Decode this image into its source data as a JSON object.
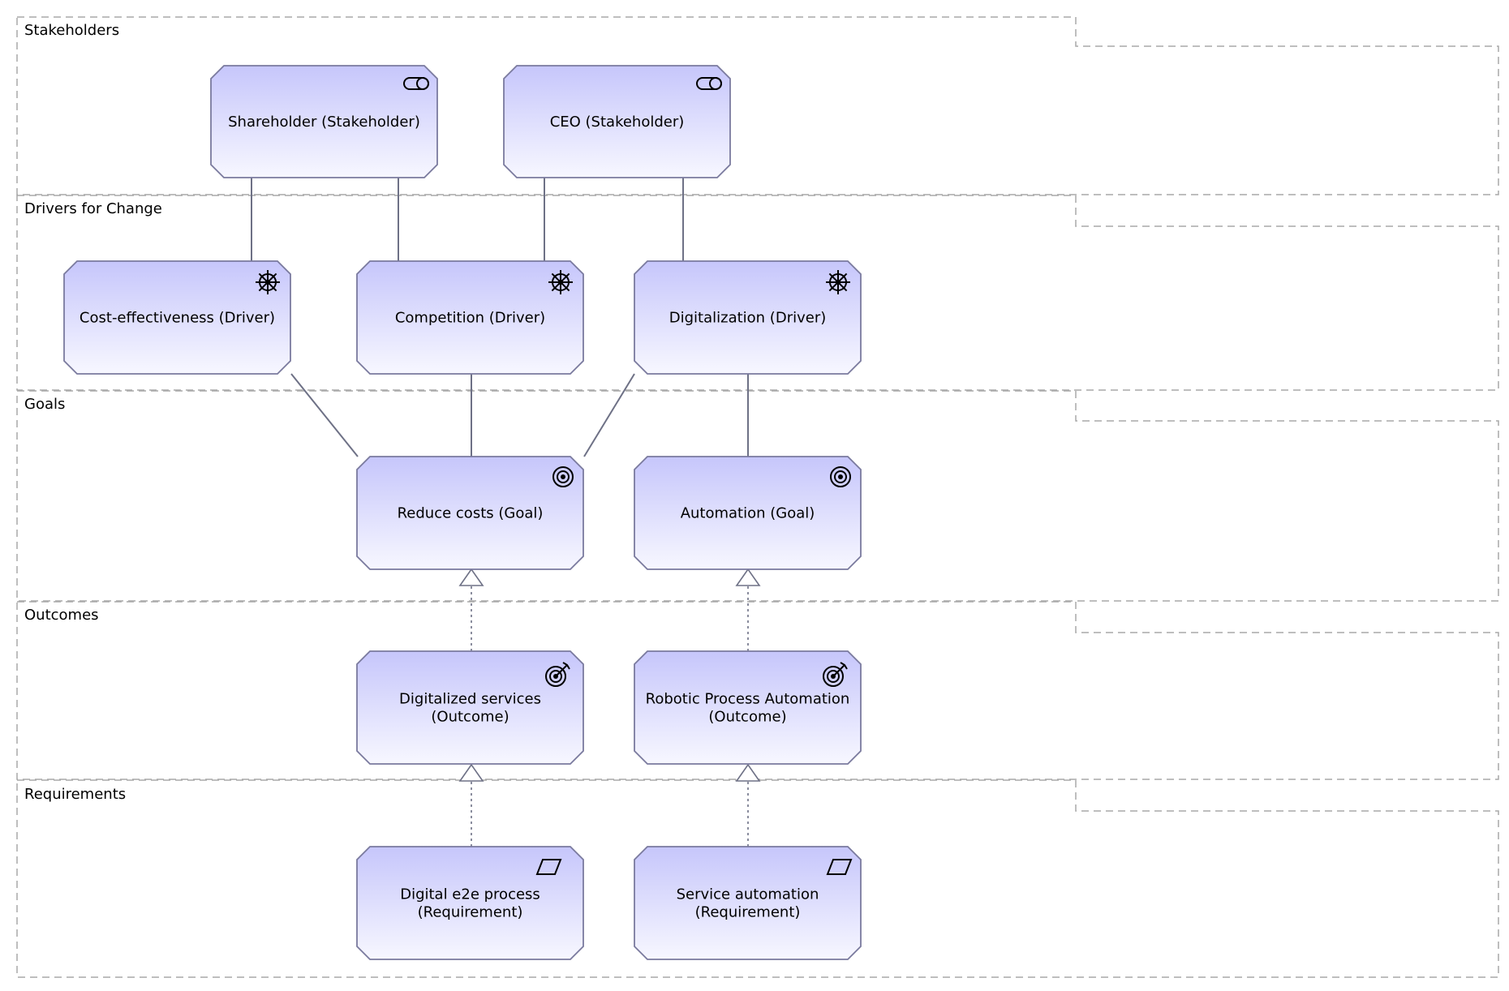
{
  "groups": {
    "stakeholders": {
      "label": "Stakeholders"
    },
    "drivers": {
      "label": "Drivers for Change"
    },
    "goals": {
      "label": "Goals"
    },
    "outcomes": {
      "label": "Outcomes"
    },
    "requirements": {
      "label": "Requirements"
    }
  },
  "nodes": {
    "shareholder": {
      "lines": [
        "Shareholder (Stakeholder)"
      ],
      "icon": "stakeholder-icon"
    },
    "ceo": {
      "lines": [
        "CEO (Stakeholder)"
      ],
      "icon": "stakeholder-icon"
    },
    "cost_effectiveness": {
      "lines": [
        "Cost-effectiveness (Driver)"
      ],
      "icon": "driver-icon"
    },
    "competition": {
      "lines": [
        "Competition (Driver)"
      ],
      "icon": "driver-icon"
    },
    "digitalization": {
      "lines": [
        "Digitalization (Driver)"
      ],
      "icon": "driver-icon"
    },
    "reduce_costs": {
      "lines": [
        "Reduce costs (Goal)"
      ],
      "icon": "goal-icon"
    },
    "automation": {
      "lines": [
        "Automation (Goal)"
      ],
      "icon": "goal-icon"
    },
    "digitalized_services": {
      "lines": [
        "Digitalized services",
        "(Outcome)"
      ],
      "icon": "outcome-icon"
    },
    "rpa": {
      "lines": [
        "Robotic Process Automation",
        "(Outcome)"
      ],
      "icon": "outcome-icon"
    },
    "digital_e2e": {
      "lines": [
        "Digital e2e process",
        "(Requirement)"
      ],
      "icon": "requirement-icon"
    },
    "service_automation": {
      "lines": [
        "Service automation",
        "(Requirement)"
      ],
      "icon": "requirement-icon"
    }
  },
  "relations": [
    {
      "from": "shareholder",
      "to": "cost_effectiveness",
      "type": "association"
    },
    {
      "from": "shareholder",
      "to": "competition",
      "type": "association"
    },
    {
      "from": "ceo",
      "to": "competition",
      "type": "association"
    },
    {
      "from": "ceo",
      "to": "digitalization",
      "type": "association"
    },
    {
      "from": "cost_effectiveness",
      "to": "reduce_costs",
      "type": "association"
    },
    {
      "from": "competition",
      "to": "reduce_costs",
      "type": "association"
    },
    {
      "from": "digitalization",
      "to": "reduce_costs",
      "type": "association"
    },
    {
      "from": "digitalization",
      "to": "automation",
      "type": "association"
    },
    {
      "from": "digitalized_services",
      "to": "reduce_costs",
      "type": "realization"
    },
    {
      "from": "rpa",
      "to": "automation",
      "type": "realization"
    },
    {
      "from": "digital_e2e",
      "to": "digitalized_services",
      "type": "realization"
    },
    {
      "from": "service_automation",
      "to": "rpa",
      "type": "realization"
    }
  ],
  "colors": {
    "node_fill_top": "#c6c6fb",
    "node_fill_bottom": "#f7f7ff",
    "node_border": "#7a7a9e",
    "line": "#6e7186",
    "group_border": "#a9a9a9"
  }
}
